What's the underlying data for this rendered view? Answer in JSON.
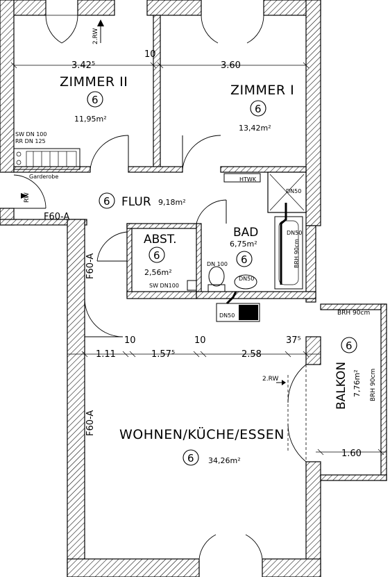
{
  "rooms": {
    "zimmer2": {
      "name": "ZIMMER  II",
      "code": "6",
      "area": "11,95m²"
    },
    "zimmer1": {
      "name": "ZIMMER  I",
      "code": "6",
      "area": "13,42m²"
    },
    "flur": {
      "name": "FLUR",
      "code": "6",
      "area": "9,18m²"
    },
    "abst": {
      "name": "ABST.",
      "code": "6",
      "area": "2,56m²"
    },
    "bad": {
      "name": "BAD",
      "code": "6",
      "area": "6,75m²"
    },
    "wohnen": {
      "name": "WOHNEN/KÜCHE/ESSEN",
      "code": "6",
      "area": "34,26m²"
    },
    "balkon": {
      "name": "BALKON",
      "code": "6",
      "area": "7,76m²",
      "brh": "BRH 90cm"
    }
  },
  "dimensions": {
    "top_left": "3.42⁵",
    "top_mid": "10",
    "top_right": "3.60",
    "mid_a": "1.11",
    "mid_b_sep": "10",
    "mid_b": "1.57⁵",
    "mid_c_sep": "10",
    "mid_c": "2.58",
    "mid_d": "37⁵",
    "balkon_width": "1.60"
  },
  "labels": {
    "rw_top": "2.RW",
    "rw_living": "2.RW",
    "rw_entry": "RW",
    "sw_dn100": "SW  DN 100",
    "rr_dn125": "RR  DN 125",
    "garderobe": "Garderobe",
    "f60_entry": "F60-A",
    "f60_flur": "F60-A",
    "f60_living": "F60-A",
    "htwk": "HTWK",
    "dn50_shaft": "DN50",
    "dn50_tub": "DN50",
    "brh_tub": "BRH  90cm",
    "dn100_wc": "DN 100",
    "dn50_sink": "DN50",
    "sw_dn100_abst": "SW  DN100",
    "dn50_kitchen": "DN50",
    "brh_top": "BRH 90cm",
    "brh_side": "BRH 90cm"
  }
}
